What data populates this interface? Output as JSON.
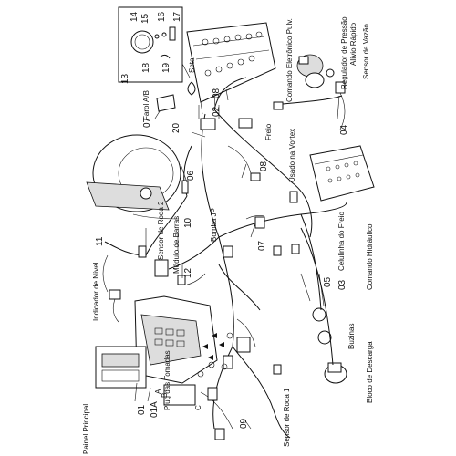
{
  "labels": {
    "panel_principal": "Painel Principal",
    "plug_tomadas": "Plug das Tomadas",
    "sensor_roda_1": "Sensor de Roda 1",
    "bloco_descarga": "Bloco de Descarga",
    "buzinas": "Buzinas",
    "comando_hidraulico": "Comando Hidráulico",
    "celulinha_freio": "Celulinha do Freio",
    "usado_vortex": "Usado na Vortex",
    "freio": "Freio",
    "bomba_jp": "Bomba JP",
    "modulo_barras": "Módulo de Barras",
    "sensor_roda_2": "Sensor de Roda 2",
    "indicador_nivel": "Indicador de Nível",
    "farol_ab": "Farol A/B",
    "seta": "Seta",
    "comando_eletronico": "Comando Eletrônico Pulv.",
    "regulador_pressao": "Regulador de Pressão",
    "alivio_rapido": "Alívio Rápido",
    "sensor_vazao": "Sensor de Vazão"
  },
  "numbers": {
    "n01": "01",
    "n01a": "01A",
    "n02": "02",
    "n03": "03",
    "n04": "04",
    "n05": "05",
    "n06": "06",
    "n07a": "07",
    "n07b": "07",
    "n08a": "08",
    "n08b": "08",
    "n09": "09",
    "n10": "10",
    "n11": "11",
    "n12": "12",
    "n13": "13",
    "n14": "14",
    "n15": "15",
    "n16": "16",
    "n17": "17",
    "n18": "18",
    "n19": "19",
    "n20": "20"
  },
  "letters": {
    "a": "A",
    "b": "B",
    "c": "C"
  }
}
